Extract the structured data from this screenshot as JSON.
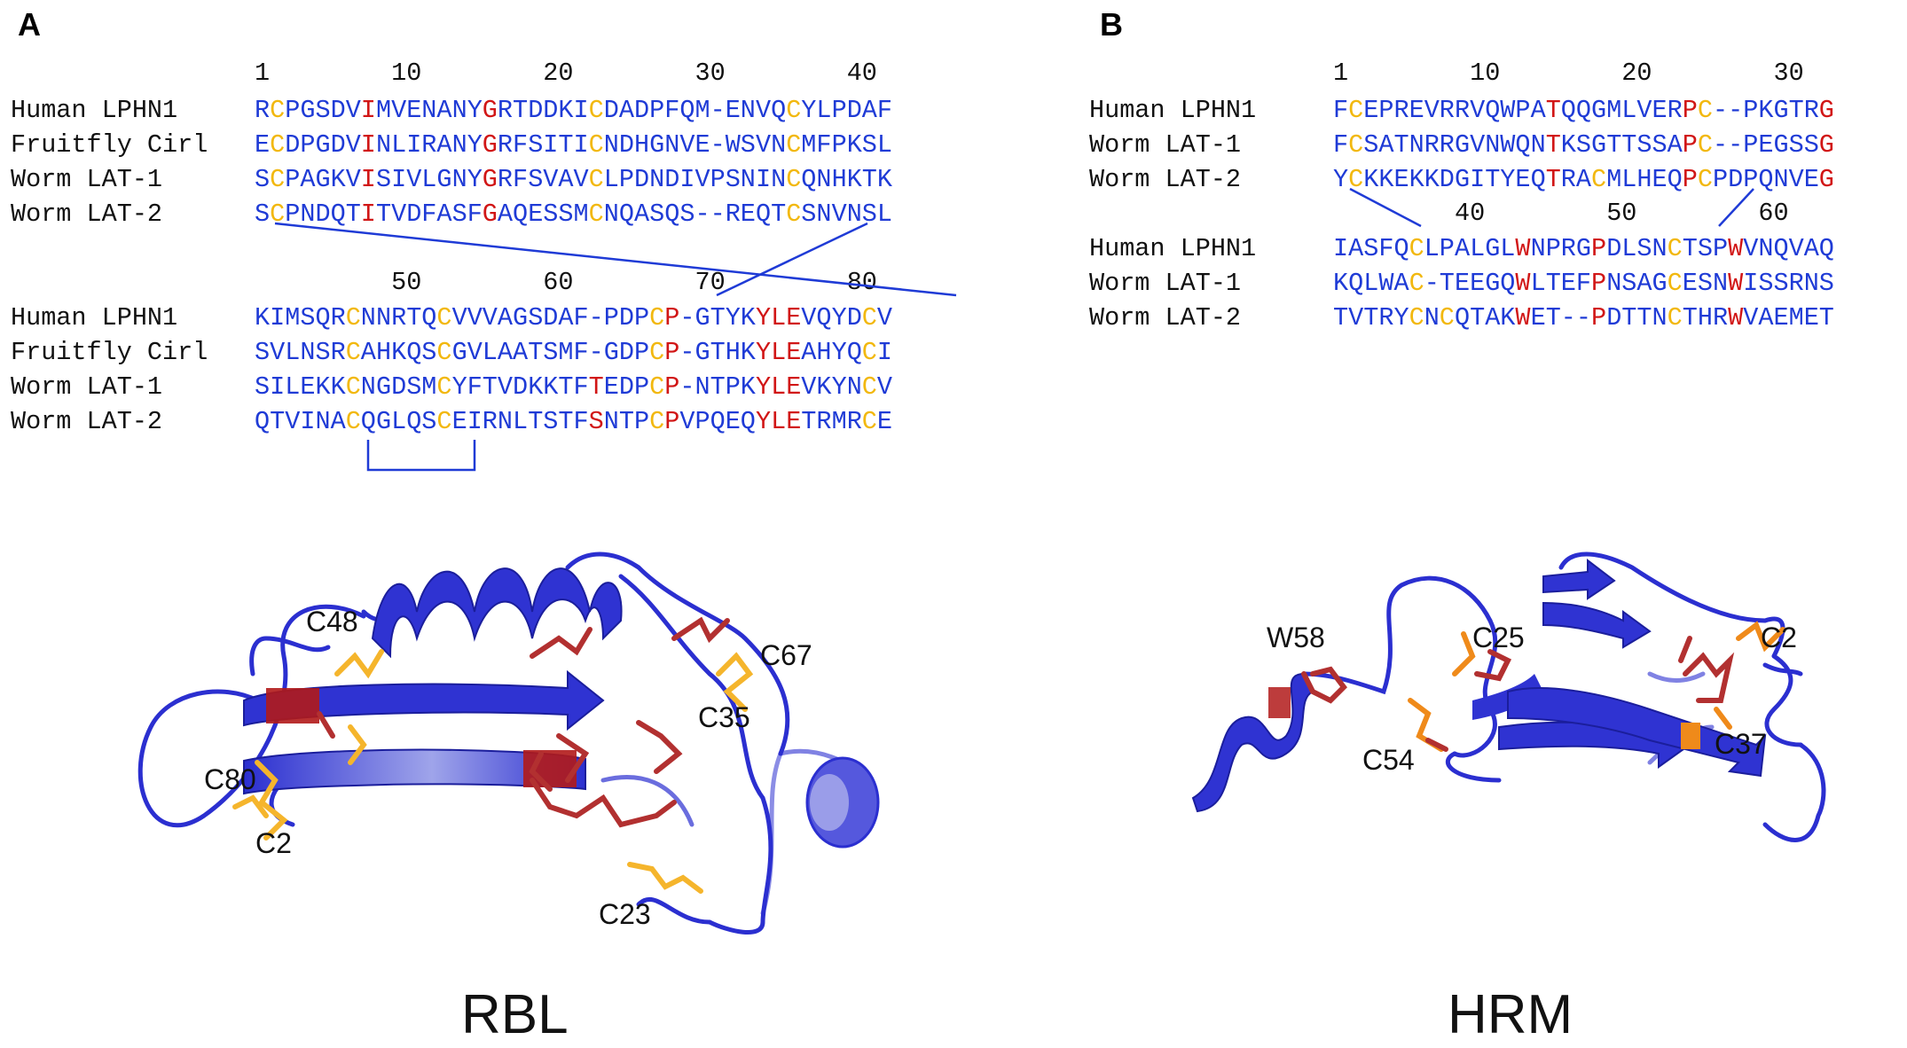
{
  "figure": {
    "panel_a": {
      "label": "A",
      "caption": "RBL",
      "blocks": [
        {
          "numbers": [
            {
              "text": "1",
              "col": 0
            },
            {
              "text": "10",
              "col": 9
            },
            {
              "text": "20",
              "col": 19
            },
            {
              "text": "30",
              "col": 29
            },
            {
              "text": "40",
              "col": 39
            }
          ],
          "rows": [
            {
              "name": "Human LPHN1",
              "seq": "RCPGSDVIMVENANYGRTDDKICDADPFQM-ENVQCYLPDAF"
            },
            {
              "name": "Fruitfly Cirl",
              "seq": "ECDPGDVINLIRANYGRFSITICNDHGNVE-WSVNCMFPKSL"
            },
            {
              "name": "Worm LAT-1",
              "seq": "SCPAGKVISIVLGNYGRFSVAVCLPDNDIVPSNINCQNHKTK"
            },
            {
              "name": "Worm LAT-2",
              "seq": "SCPNDQTITVDFASFGAQESSMCNQASQS--REQTCSNVNSL"
            }
          ],
          "yellow_cols": [
            1,
            22,
            35
          ],
          "red_cols": [
            7,
            15
          ]
        },
        {
          "numbers": [
            {
              "text": "50",
              "col": 9
            },
            {
              "text": "60",
              "col": 19
            },
            {
              "text": "70",
              "col": 29
            },
            {
              "text": "80",
              "col": 39
            }
          ],
          "rows": [
            {
              "name": "Human LPHN1",
              "seq": "KIMSQRCNNRTQCVVVAGSDAF-PDPCP-GTYKYLEVQYDCV"
            },
            {
              "name": "Fruitfly Cirl",
              "seq": "SVLNSRCAHKQSCGVLAATSMF-GDPCP-GTHKYLEAHYQCI"
            },
            {
              "name": "Worm LAT-1",
              "seq": "SILEKKCNGDSMCYFTVDKKTFTEDPCP-NTPKYLEVKYNCV"
            },
            {
              "name": "Worm LAT-2",
              "seq": "QTVINACQGLQSCEIRNLTSTFSNTPCPVPQEQYLETRMRCE"
            }
          ],
          "yellow_cols": [
            6,
            12,
            26,
            40
          ],
          "red_cols": [
            22,
            27,
            33,
            34,
            35
          ]
        }
      ],
      "labels": [
        "C48",
        "C67",
        "C35",
        "C80",
        "C2",
        "C23"
      ]
    },
    "panel_b": {
      "label": "B",
      "caption": "HRM",
      "blocks": [
        {
          "numbers": [
            {
              "text": "1",
              "col": 0
            },
            {
              "text": "10",
              "col": 9
            },
            {
              "text": "20",
              "col": 19
            },
            {
              "text": "30",
              "col": 29
            }
          ],
          "rows": [
            {
              "name": "Human LPHN1",
              "seq": "FCEPREVRRVQWPATQQGMLVERPC--PKGTRG"
            },
            {
              "name": "Worm LAT-1",
              "seq": "FCSATNRRGVNWQNTKSGTTSSAPC--PEGSSG"
            },
            {
              "name": "Worm LAT-2",
              "seq": "YCKKEKKDGITYEQTRACMLHEQPCPDPQNVEG"
            }
          ],
          "yellow_cols": [
            1,
            24
          ],
          "red_cols": [
            14,
            23,
            32
          ]
        },
        {
          "numbers": [
            {
              "text": "40",
              "col": 8
            },
            {
              "text": "50",
              "col": 18
            },
            {
              "text": "60",
              "col": 28
            }
          ],
          "rows": [
            {
              "name": "Human LPHN1",
              "seq": "IASFQCLPALGLWNPRGPDLSNCTSPWVNQVAQ"
            },
            {
              "name": "Worm LAT-1",
              "seq": "KQLWAC-TEEGQWLTEFPNSAGCESNWISSRNS"
            },
            {
              "name": "Worm LAT-2",
              "seq": "TVTRYCNCQTAKWET--PDTTNCTHRWVAEMET"
            }
          ],
          "yellow_cols": [
            5,
            22
          ],
          "red_cols": [
            12,
            17,
            26
          ]
        }
      ],
      "labels": [
        "W58",
        "C25",
        "C2",
        "C54",
        "C37"
      ]
    }
  },
  "colors": {
    "residue_default": "#1f3bd6",
    "residue_cysteine": "#f2b80f",
    "residue_conserved": "#d11616",
    "ribbon": "#2c2fd1",
    "sidechain_yellow": "#f5b52c",
    "sidechain_red": "#b23030"
  }
}
